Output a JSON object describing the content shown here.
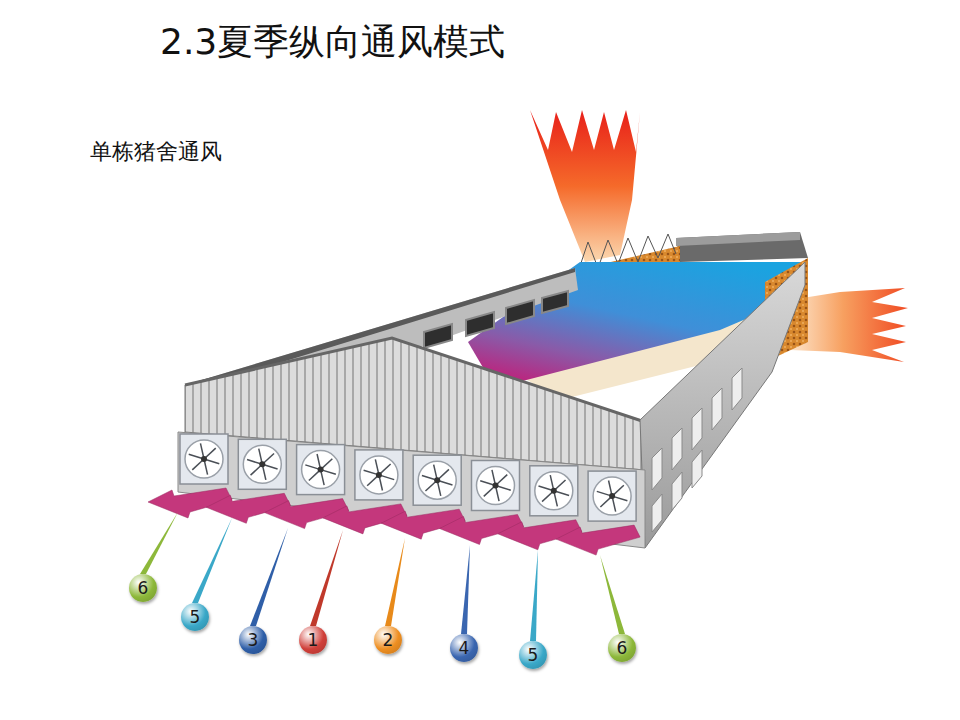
{
  "diagram": {
    "title": "2.3夏季纵向通风模式",
    "nodes": [
      {
        "text": [
          "6"
        ]
      },
      {
        "text": [
          "5"
        ]
      },
      {
        "text": [
          "3"
        ]
      },
      {
        "text": [
          "1"
        ]
      },
      {
        "text": [
          "2"
        ]
      },
      {
        "text": [
          "4"
        ]
      },
      {
        "text": [
          "5"
        ]
      },
      {
        "text": [
          "6"
        ]
      }
    ],
    "labels": [
      "单栋猪舍通风"
    ]
  }
}
